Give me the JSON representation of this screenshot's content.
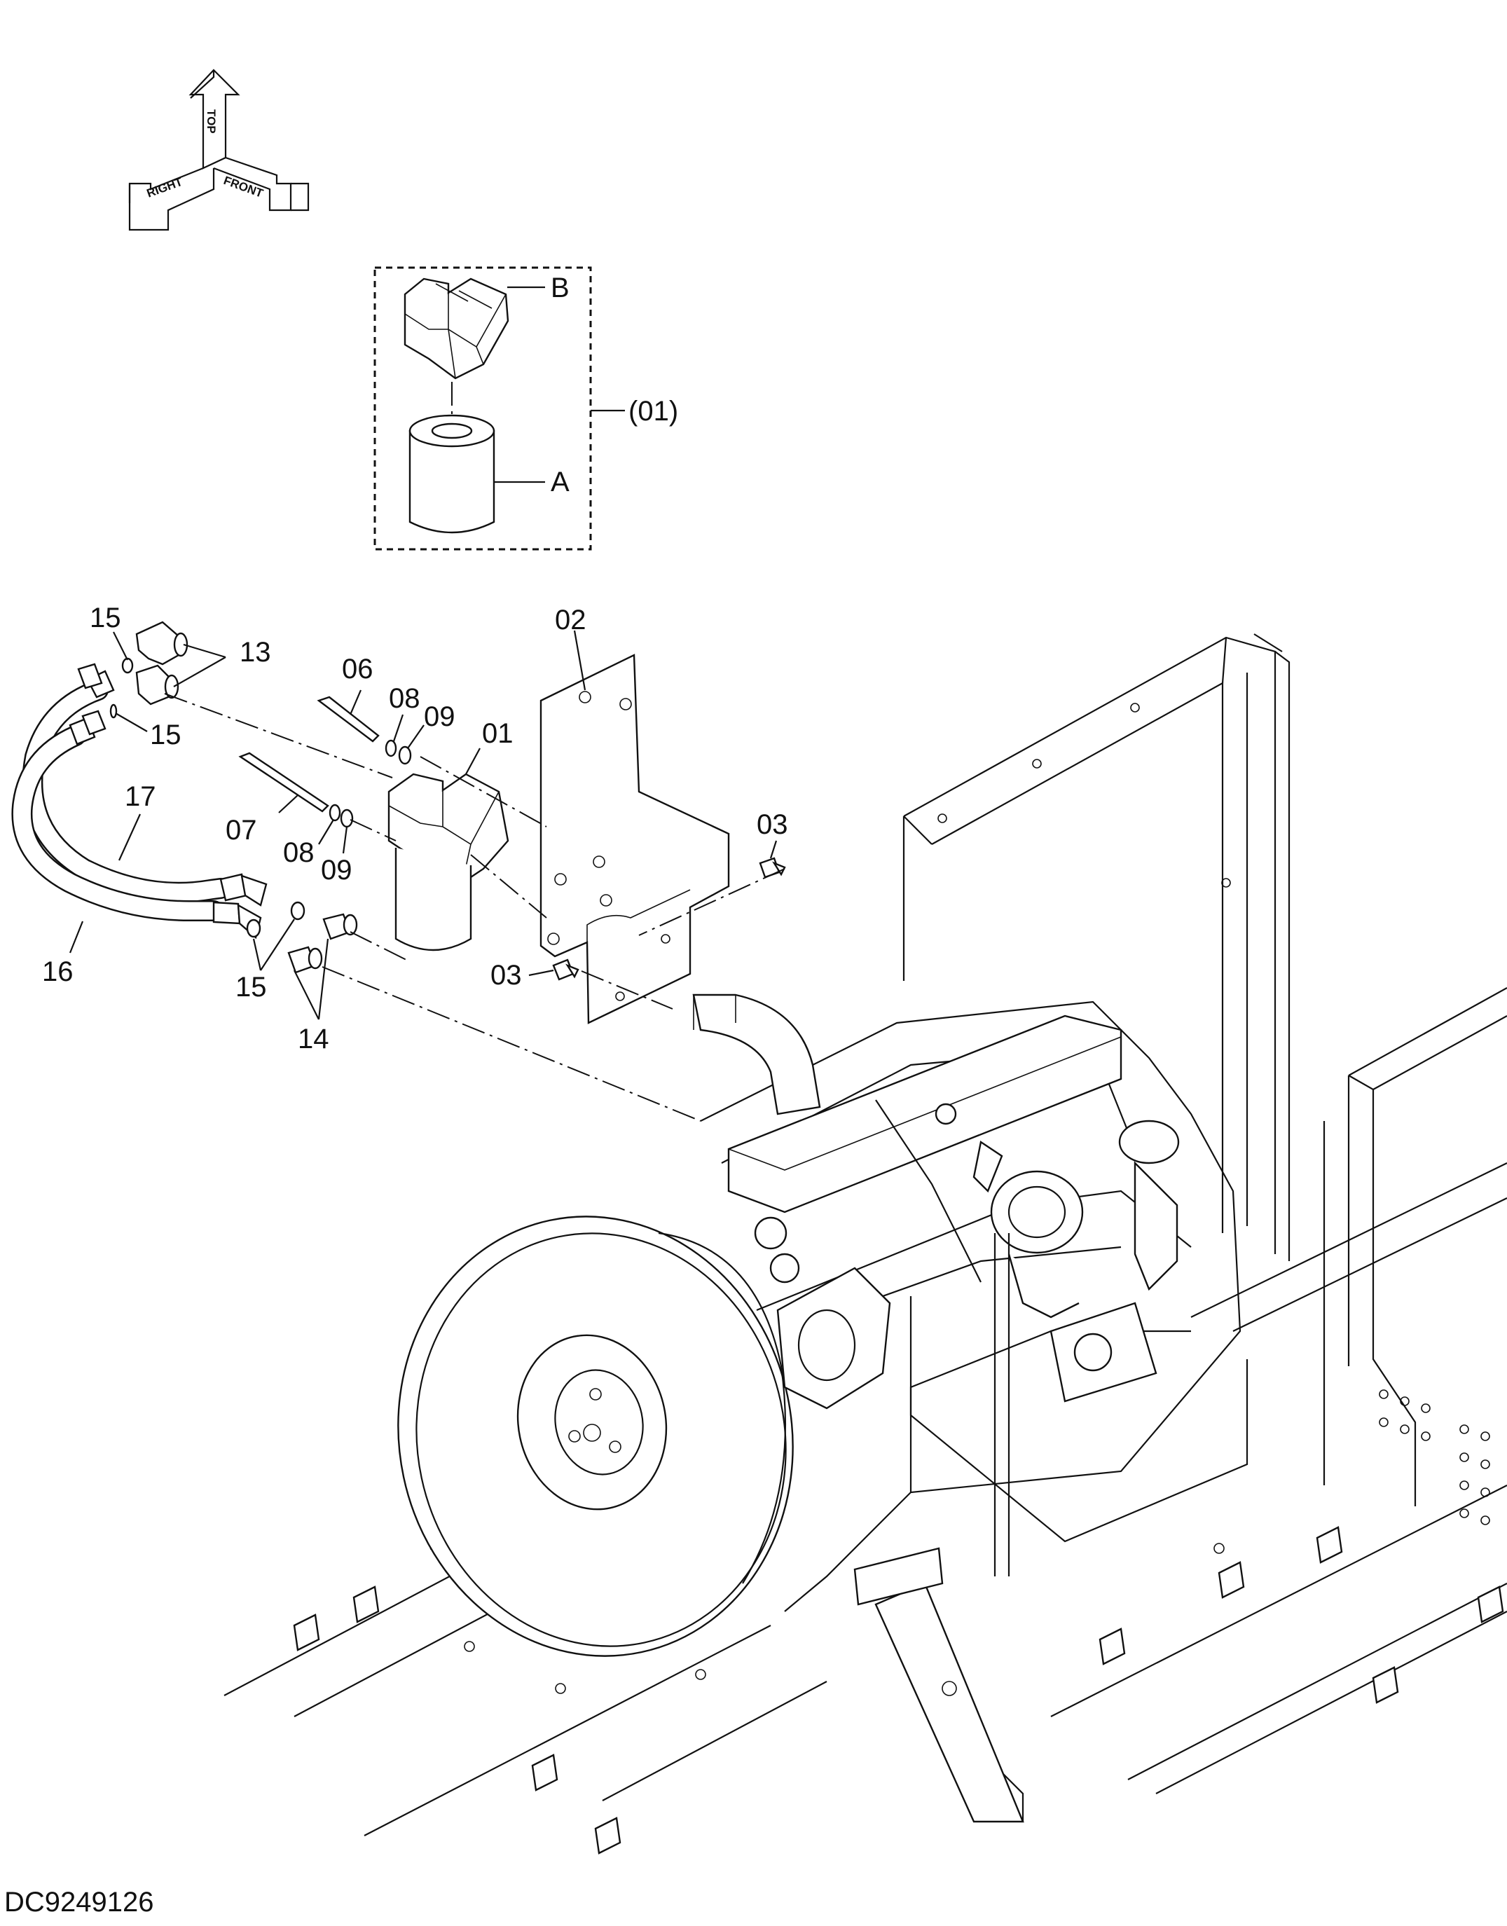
{
  "orientation": {
    "top": "TOP",
    "right": "RIGHT",
    "front": "FRONT"
  },
  "callouts": {
    "assembly": "(01)",
    "a": "A",
    "b": "B",
    "p01": "01",
    "p02": "02",
    "p03a": "03",
    "p03b": "03",
    "p06": "06",
    "p07": "07",
    "p08a": "08",
    "p08b": "08",
    "p09a": "09",
    "p09b": "09",
    "p13": "13",
    "p14": "14",
    "p15a": "15",
    "p15b": "15",
    "p15c": "15",
    "p16": "16",
    "p17": "17"
  },
  "document_id": "DC9249126"
}
